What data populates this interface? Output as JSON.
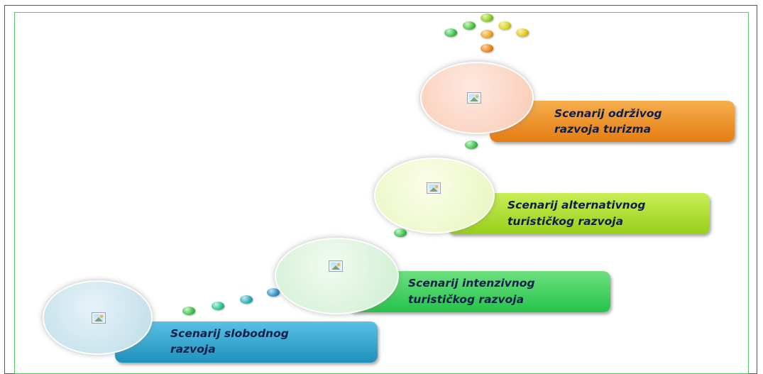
{
  "steps": [
    {
      "label_line1": "Scenarij slobodnog",
      "label_line2": "razvoja",
      "box_color": "#2ba3cc",
      "circle_color": "#c9e4ee"
    },
    {
      "label_line1": "Scenarij intenzivnog",
      "label_line2": "turističkog razvoja",
      "box_color": "#3ed35f",
      "circle_color": "#daf6dc"
    },
    {
      "label_line1": "Scenarij alternativnog",
      "label_line2": "turističkog razvoja",
      "box_color": "#aee02c",
      "circle_color": "#f3fbd3"
    },
    {
      "label_line1": "Scenarij održivog",
      "label_line2": "razvoja turizma",
      "box_color": "#f08c1d",
      "circle_color": "#fcd8c8"
    }
  ],
  "dot_colors": {
    "green": "#3fbf4f",
    "teal": "#2aaeb4",
    "blue": "#2f8fbf",
    "lime": "#8ec92a",
    "yellow": "#d7d21c",
    "orange": "#e8861c"
  }
}
